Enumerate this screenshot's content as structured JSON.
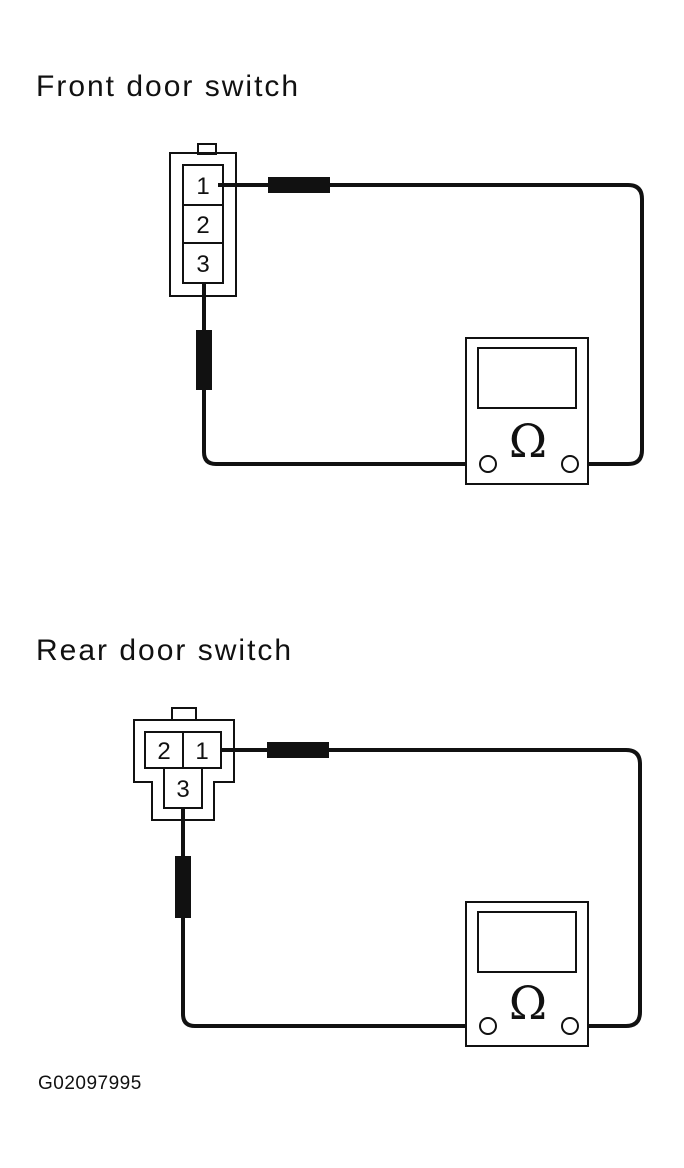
{
  "front": {
    "title": "Front door switch",
    "pins": [
      "1",
      "2",
      "3"
    ],
    "meter_symbol": "Ω"
  },
  "rear": {
    "title": "Rear door switch",
    "pins": [
      "2",
      "1",
      "3"
    ],
    "meter_symbol": "Ω"
  },
  "figure_code": "G02097995",
  "colors": {
    "ink": "#111111",
    "background": "#ffffff"
  }
}
